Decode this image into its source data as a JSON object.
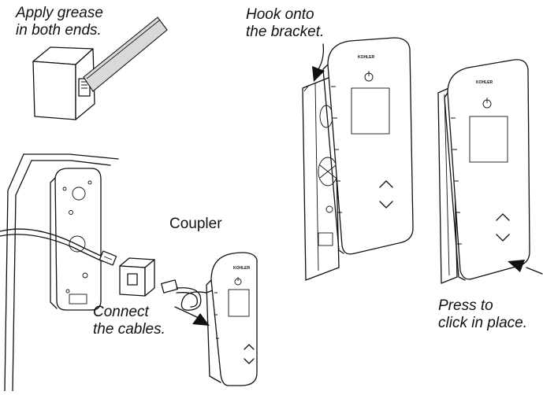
{
  "labels": {
    "grease": [
      "Apply grease",
      "in both ends."
    ],
    "coupler": "Coupler",
    "connect": [
      "Connect",
      "the cables."
    ],
    "hook": [
      "Hook onto",
      "the bracket."
    ],
    "press": [
      "Press to",
      "click in place."
    ]
  },
  "device_brand": "KOHLER",
  "icons": [
    "grease-stick",
    "coupler",
    "bracket",
    "cable",
    "remote-panel",
    "power-icon",
    "arrow-up-icon",
    "arrow-down-icon",
    "push-arrow"
  ],
  "colors": {
    "line": "#111111",
    "background": "#ffffff",
    "stick_fill": "#d9d9d9"
  }
}
